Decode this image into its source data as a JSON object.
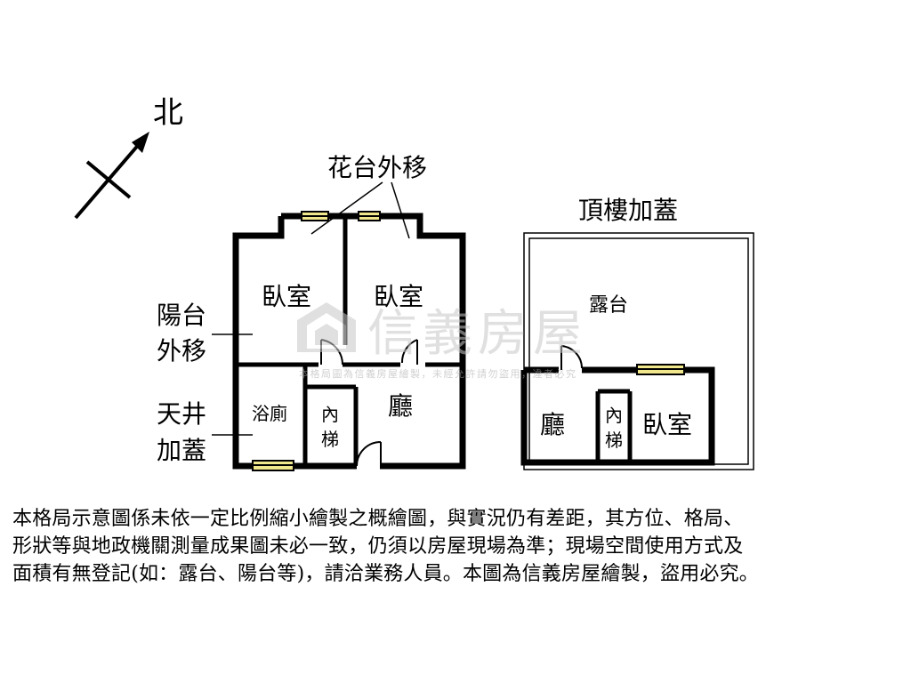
{
  "compass": {
    "north_label": "北"
  },
  "main_plan": {
    "callouts": {
      "planter_moved_out": "花台外移",
      "balcony_moved_out_line1": "陽台",
      "balcony_moved_out_line2": "外移",
      "lightwell_covered_line1": "天井",
      "lightwell_covered_line2": "加蓋"
    },
    "rooms": {
      "bedroom_left": "臥室",
      "bedroom_right": "臥室",
      "living_room": "廳",
      "bathroom": "浴廁",
      "stairs_line1": "內",
      "stairs_line2": "梯"
    }
  },
  "rooftop_plan": {
    "title": "頂樓加蓋",
    "rooms": {
      "terrace": "露台",
      "living_room": "廳",
      "stairs_line1": "內",
      "stairs_line2": "梯",
      "bedroom": "臥室"
    }
  },
  "watermark": {
    "brand": "信義房屋",
    "fine_print": "本格局圖為信義房屋繪製，未經允許請勿盜用，違者必究"
  },
  "colors": {
    "wall": "#000000",
    "window_fill": "#f0e68c",
    "watermark": "#c8c8c8"
  },
  "disclaimer": {
    "line1": "本格局示意圖係未依一定比例縮小繪製之概繪圖，與實況仍有差距，其方位、格局、",
    "line2": "形狀等與地政機關測量成果圖未必一致，仍須以房屋現場為準；現場空間使用方式及",
    "line3": "面積有無登記(如：露台、陽台等)，請洽業務人員。本圖為信義房屋繪製，盜用必究。"
  }
}
